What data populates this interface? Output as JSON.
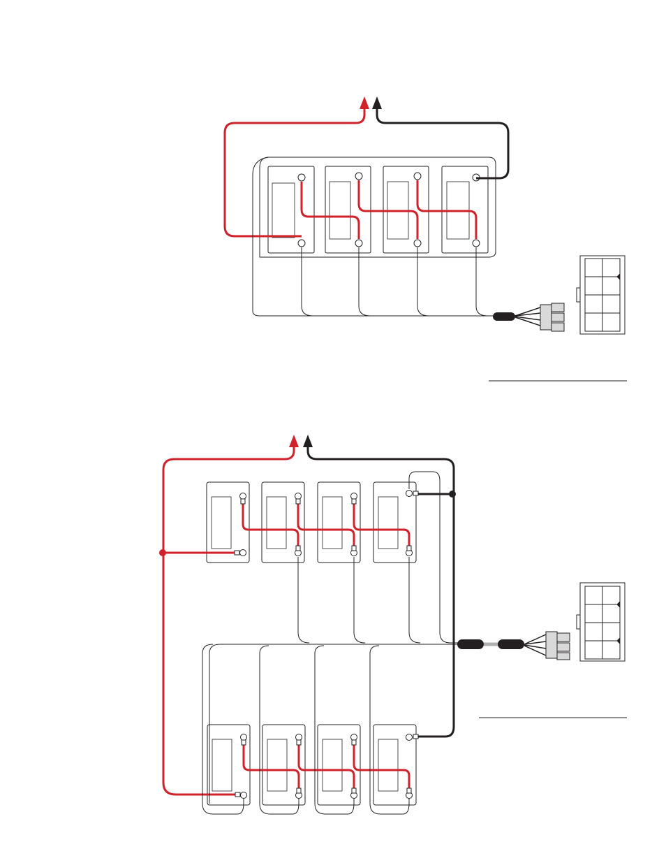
{
  "colors": {
    "positive_wire": "#d0222a",
    "negative_wire": "#231f20",
    "outline": "#231f20",
    "connector_fill": "#d9d9d9",
    "cable_jacket": "#231f20",
    "background": "#ffffff"
  },
  "diagrams": [
    {
      "id": "top-diagram",
      "battery_count": 4,
      "battery_rows": 1,
      "connection": "series",
      "has_caption_line": true
    },
    {
      "id": "bottom-diagram",
      "battery_count": 8,
      "battery_rows": 2,
      "connection": "series-parallel",
      "has_caption_line": true
    }
  ],
  "icons": {
    "positive_terminal_arrow": "arrow-up-icon",
    "negative_terminal_arrow": "arrow-up-icon",
    "charger_connector": "plug-connector-icon",
    "connector_face": "connector-pin-grid-icon"
  }
}
